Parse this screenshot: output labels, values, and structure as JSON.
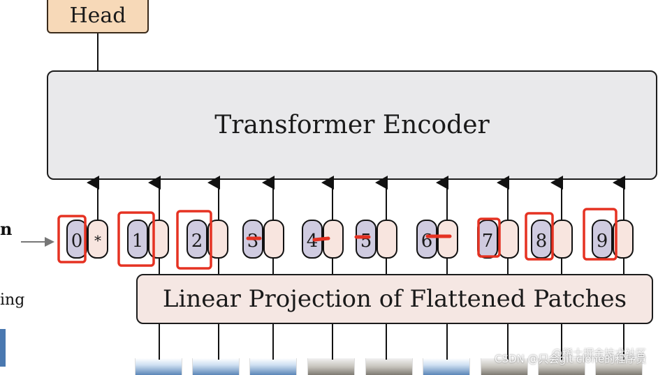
{
  "nodes": {
    "head": "Head",
    "encoder": "Transformer Encoder",
    "projection": "Linear Projection of Flattened Patches"
  },
  "side_labels": {
    "left_cut_top": "n",
    "left_cut_bottom": "ing"
  },
  "tokens": [
    "0",
    "*",
    "1",
    "2",
    "3",
    "4",
    "5",
    "6",
    "7",
    "8",
    "9"
  ],
  "watermark": {
    "line1": "@稀土掘金技术社区",
    "line2": "CSDN @只会git clone的程序员"
  },
  "colors": {
    "position_token": "#cfcbe0",
    "patch_token": "#f8e5df",
    "highlight": "#e53222",
    "head_fill": "#f7d9b8",
    "encoder_fill": "#e9e9eb",
    "projection_fill": "#f5e7e3"
  }
}
